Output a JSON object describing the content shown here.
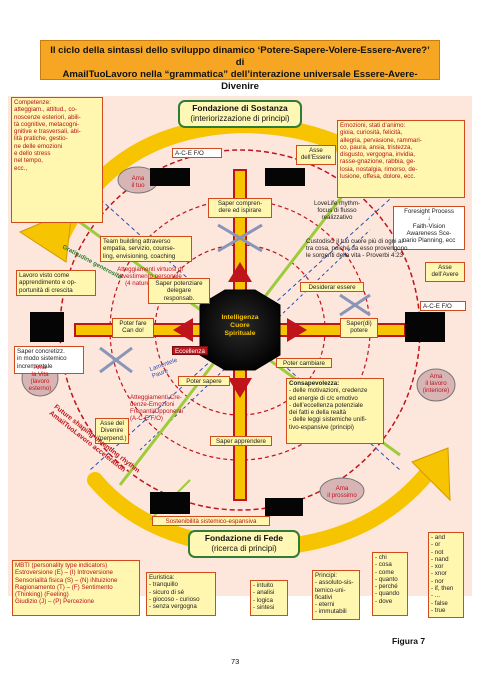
{
  "title": {
    "line1": "Il ciclo della sintassi dello sviluppo dinamico ‘Potere-Sapere-Volere-Essere-Avere?’ di",
    "line2": "AmailTuoLavoro nella “grammatica” dell’interazione universale Essere-Avere-Divenire"
  },
  "colors": {
    "orange": "#f6a623",
    "yellow": "#fff6b0",
    "green": "#2e7d32",
    "red": "#c0141b",
    "panel": "#fde7dc",
    "navy": "#0a1150"
  },
  "fondazione_sostanza": {
    "title": "Fondazione di Sostanza",
    "subtitle": "(interiorizzazione di principi)"
  },
  "fondazione_fede": {
    "title": "Fondazione di Fede",
    "subtitle": "(ricerca di principi)"
  },
  "competenze": "Competenze:\natteggiam., attitud., co-\nnoscenze esteriori, abili-\ntà cognitive, metacogni-\ngnitive e trasversali, abi-\nlità pratiche, gestio-\nne delle emozioni\ne dello stress\nnel tempo,\necc.,",
  "emozioni": "Emozioni, stati d’animo:\ngioia, curiosità, felicità,\nallegria, pervasione, rammari-\nco, paura, ansia, tristezza,\ndisgusto, vergogna, invidia,\nrasse-gnazione, rabbia, ge-\nlosia, nostalgia, rimorso, de-\nlusione, offesa, dolore, ecc.",
  "foresight": "Foresight Process\n↓\nFaith-Vision\nAwareness Sce-\nnario Planning, ecc",
  "ace_top": "A-C-E F/O",
  "ace_right": "A-C-E F/O",
  "asse_essere": "Asse\ndell’Essere",
  "asse_avere": "Asse\ndell’Avere",
  "asse_divenire": "Asse del\nDivenire\n(perpend.)",
  "saper_comprendere": "Saper compren-\ndere ed ispirare",
  "lovelife": "LoveLife rhythm-\nfocus di flusso\nrealizzativo",
  "team_building": "Team building attraverso\nempatia, servizio, counse-\nling, envisioning, coaching",
  "atteggiamenti_virtuosi": "Atteggiamenti virtuosi di\ninvestimento personale\n(4 nature originali)",
  "gratitudine": "Gratitudine generosità",
  "custodisci": "Custodisci il tuo cuore più di ogni al-\ntra cosa, poiché da esso provengono\nle sorgenti della vita - Proverbi 4:23",
  "saper_potenziare": "Saper potenziare\ndelegare\nresponsab.",
  "desiderar": "Desiderar essere",
  "lavoro_visto": "Lavoro visto come\napprendimento e op-\nportunità di crescita",
  "poter_fare": "Poter fare\nCan do!",
  "center": "Intelligenza\nCuore\nSpirituale",
  "saper_potere": "Saper(di)\npotere",
  "saper_concretizzare": "Saper concretizz.\nin modo sistemico\nincrementale",
  "eccellenza": "Eccellenza",
  "lamentele": "Lamentele\nPaure",
  "poter_cambiare": "Poter cambiare",
  "poter_sapere": "Poter sapere",
  "atteggiamenti_credenze": "Atteggiamenti-Cre-\ndenze-Emozioni\nFrenanti/Opponenti\n(A-C-E F/O)",
  "consapevolezza_title": "Consapevolezza:",
  "consapevolezza": "- delle motivazioni, credenze\ned energie di c/c emotivo\n- dell’eccellenza potenziale\ndei fatti e della realtà\n- delle leggi sistemiche unifi-\ntivo-espansive (principi)",
  "saper_apprendere": "Saper apprendere",
  "sostenibilita": "Sostenibilità sistemico-espansiva",
  "ama_il_tuo": "Ama\nil tuo",
  "ama_la_vita": "Ama\nla Vita\n(lavoro\nesterno)",
  "ama_lavoro": "Ama\nil lavoro\n(interiore)",
  "ama_prossimo": "Ama\nil prossimo",
  "future_shaping": "Future shaping-inventing rhythm\nAmailTuoLavoro acceleration",
  "mbti": "MBTI (personality type indicators)\nEstroversione (E) – (I) Introversione\nSensorialità fisica (S) – (N) iNtuizione\nRagionamento (T) – (F) Sentimento\n(Thinking)            (Feeling)\nGiudizio (J) – (P) Percezione",
  "euristica": "Euristica:\n- tranquillo\n- sicuro di sé\n- giocoso - curioso\n- senza vergogna",
  "intuito": "- intuito\n- analisi\n- logica\n- sintesi",
  "principi": "Principi:\n- assoluto-sis-\ntemico-uni-\nficativi\n- eterni\n- immutabili",
  "chi": "- chi\n- cosa\n- come\n- quanto\n- perché\n- quando\n- dove",
  "logic_ops": "- and\n- or\n- not\n- nand\n- xor\n- xnor\n- nor\n- if, then\n- ...\n- false\n- true",
  "figura": "Figura 7",
  "page_number": "73"
}
